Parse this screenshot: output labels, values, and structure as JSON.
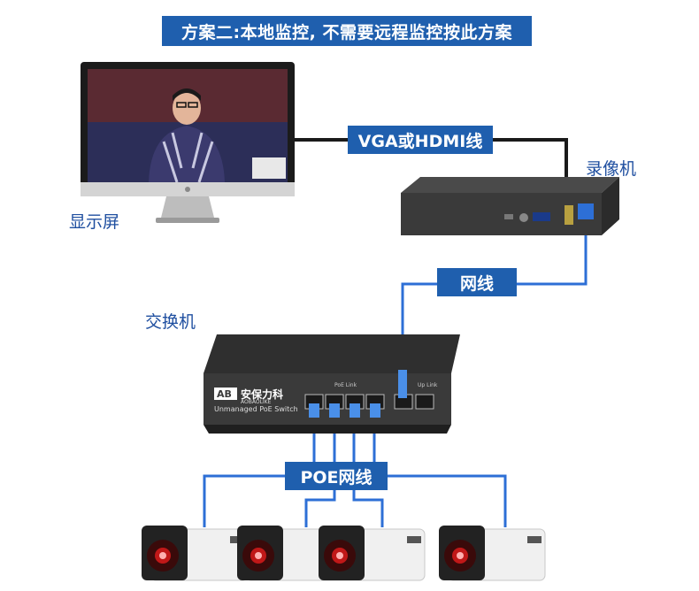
{
  "title": "方案二:本地监控, 不需要远程监控按此方案",
  "labels": {
    "monitor": "显示屏",
    "nvr": "录像机",
    "switch": "交换机"
  },
  "cables": {
    "vga_hdmi": "VGA或HDMI线",
    "network": "网线",
    "poe": "POE网线"
  },
  "switch_panel": {
    "brand_cn": "安保力科",
    "brand_en": "AOBAOLIKE",
    "model": "Unmanaged PoE Switch",
    "poe_link": "PoE Link",
    "uplink": "Up Link"
  },
  "colors": {
    "banner": "#1f5fae",
    "label": "#1f4fa0",
    "poe_cable": "#2d6fd6",
    "hdmi_cable": "#222222"
  },
  "icons": [
    "monitor-icon",
    "nvr-icon",
    "switch-icon",
    "camera-icon"
  ]
}
